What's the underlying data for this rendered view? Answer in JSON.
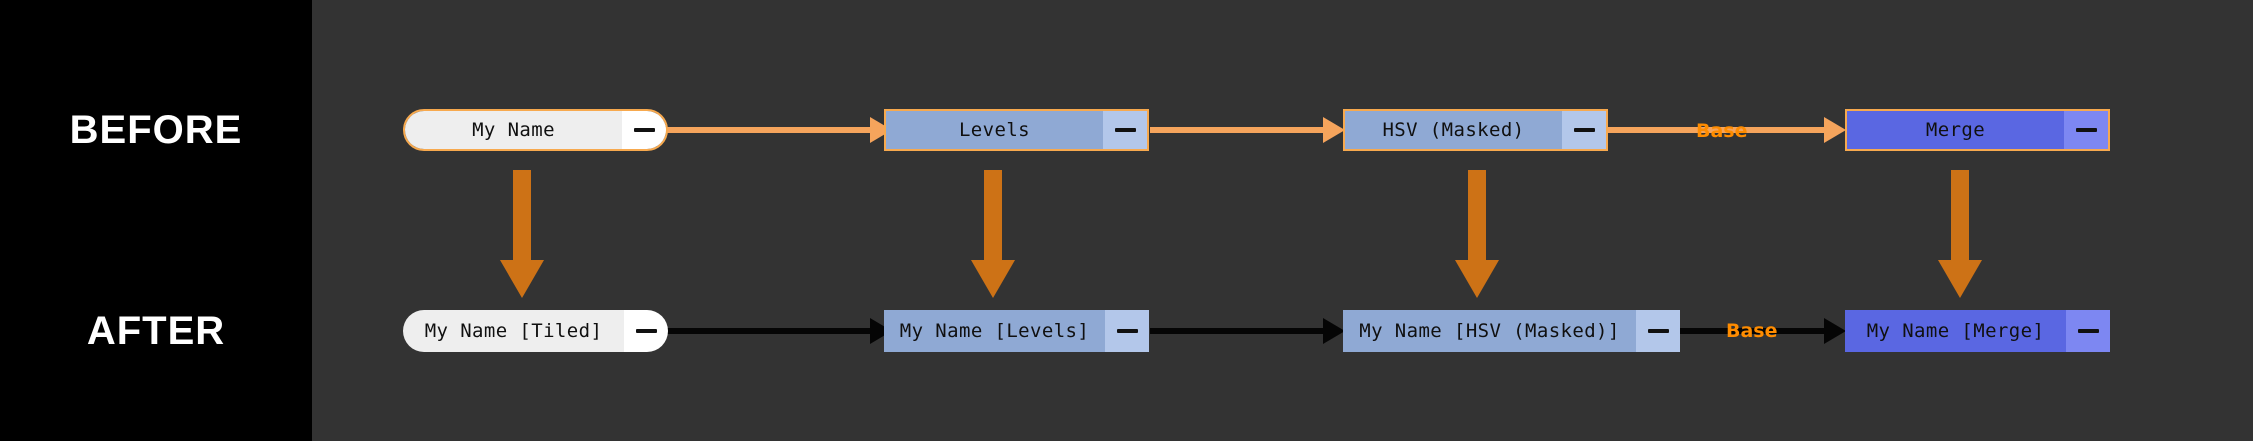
{
  "panel": {
    "before_label": "BEFORE",
    "after_label": "AFTER"
  },
  "colors": {
    "background": "#333333",
    "panel_background": "#000000",
    "node_border_before": "#f7a94e",
    "connector_before": "#f5a45c",
    "connector_after": "#050505",
    "transform_arrow": "#cd7216",
    "edge_label": "#ff8c00",
    "pill_body": "#eeeeee",
    "pill_button": "#ffffff",
    "filter_body": "#8fa9d4",
    "filter_button": "#b3c7ea",
    "merge_body": "#5a67e2",
    "merge_button": "#7d87f2"
  },
  "before": {
    "nodes": [
      {
        "id": "source",
        "label": "My Name",
        "kind": "pill",
        "button": "minus"
      },
      {
        "id": "levels",
        "label": "Levels",
        "kind": "filter",
        "button": "minus"
      },
      {
        "id": "hsv",
        "label": "HSV (Masked)",
        "kind": "filter",
        "button": "minus"
      },
      {
        "id": "merge",
        "label": "Merge",
        "kind": "merge",
        "button": "minus"
      }
    ],
    "edge_labels": [
      {
        "id": "base",
        "text": "Base"
      }
    ]
  },
  "after": {
    "nodes": [
      {
        "id": "source",
        "label": "My Name [Tiled]",
        "kind": "pill",
        "button": "minus"
      },
      {
        "id": "levels",
        "label": "My Name [Levels]",
        "kind": "filter",
        "button": "minus"
      },
      {
        "id": "hsv",
        "label": "My Name [HSV (Masked)]",
        "kind": "filter",
        "button": "minus"
      },
      {
        "id": "merge",
        "label": "My Name [Merge]",
        "kind": "merge",
        "button": "minus"
      }
    ],
    "edge_labels": [
      {
        "id": "base",
        "text": "Base"
      }
    ]
  }
}
